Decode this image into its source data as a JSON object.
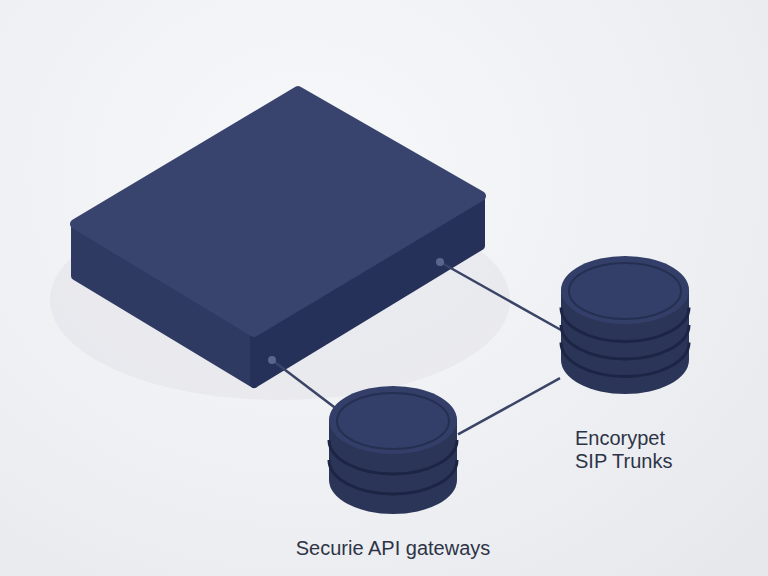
{
  "diagram": {
    "nodes": [
      {
        "text": [
          "Encorypet SIP Trunks"
        ]
      },
      {
        "text": [
          "Securie API gateways"
        ]
      }
    ],
    "edges": [
      {
        "from": 1,
        "to": 0,
        "arrow": "none"
      }
    ]
  }
}
